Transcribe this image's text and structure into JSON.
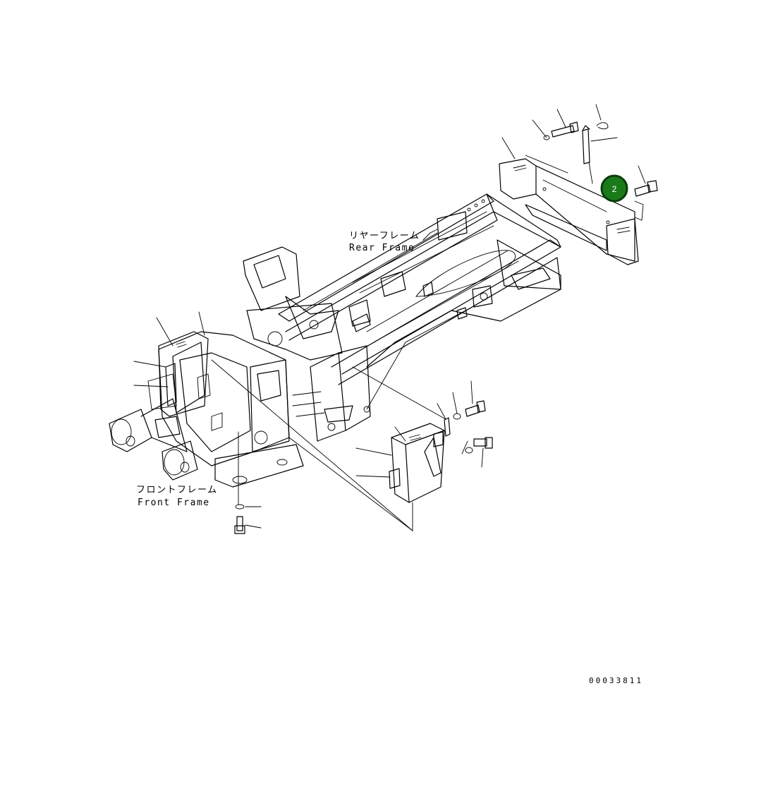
{
  "labels": {
    "rear_frame_jp": "リヤーフレーム",
    "rear_frame_en": "Rear Frame",
    "front_frame_jp": "フロントフレーム",
    "front_frame_en": "Front Frame"
  },
  "callout": {
    "number": "2",
    "color": "#1a7a1a",
    "ring_color": "#0b3d0b"
  },
  "document_number": "00033811"
}
